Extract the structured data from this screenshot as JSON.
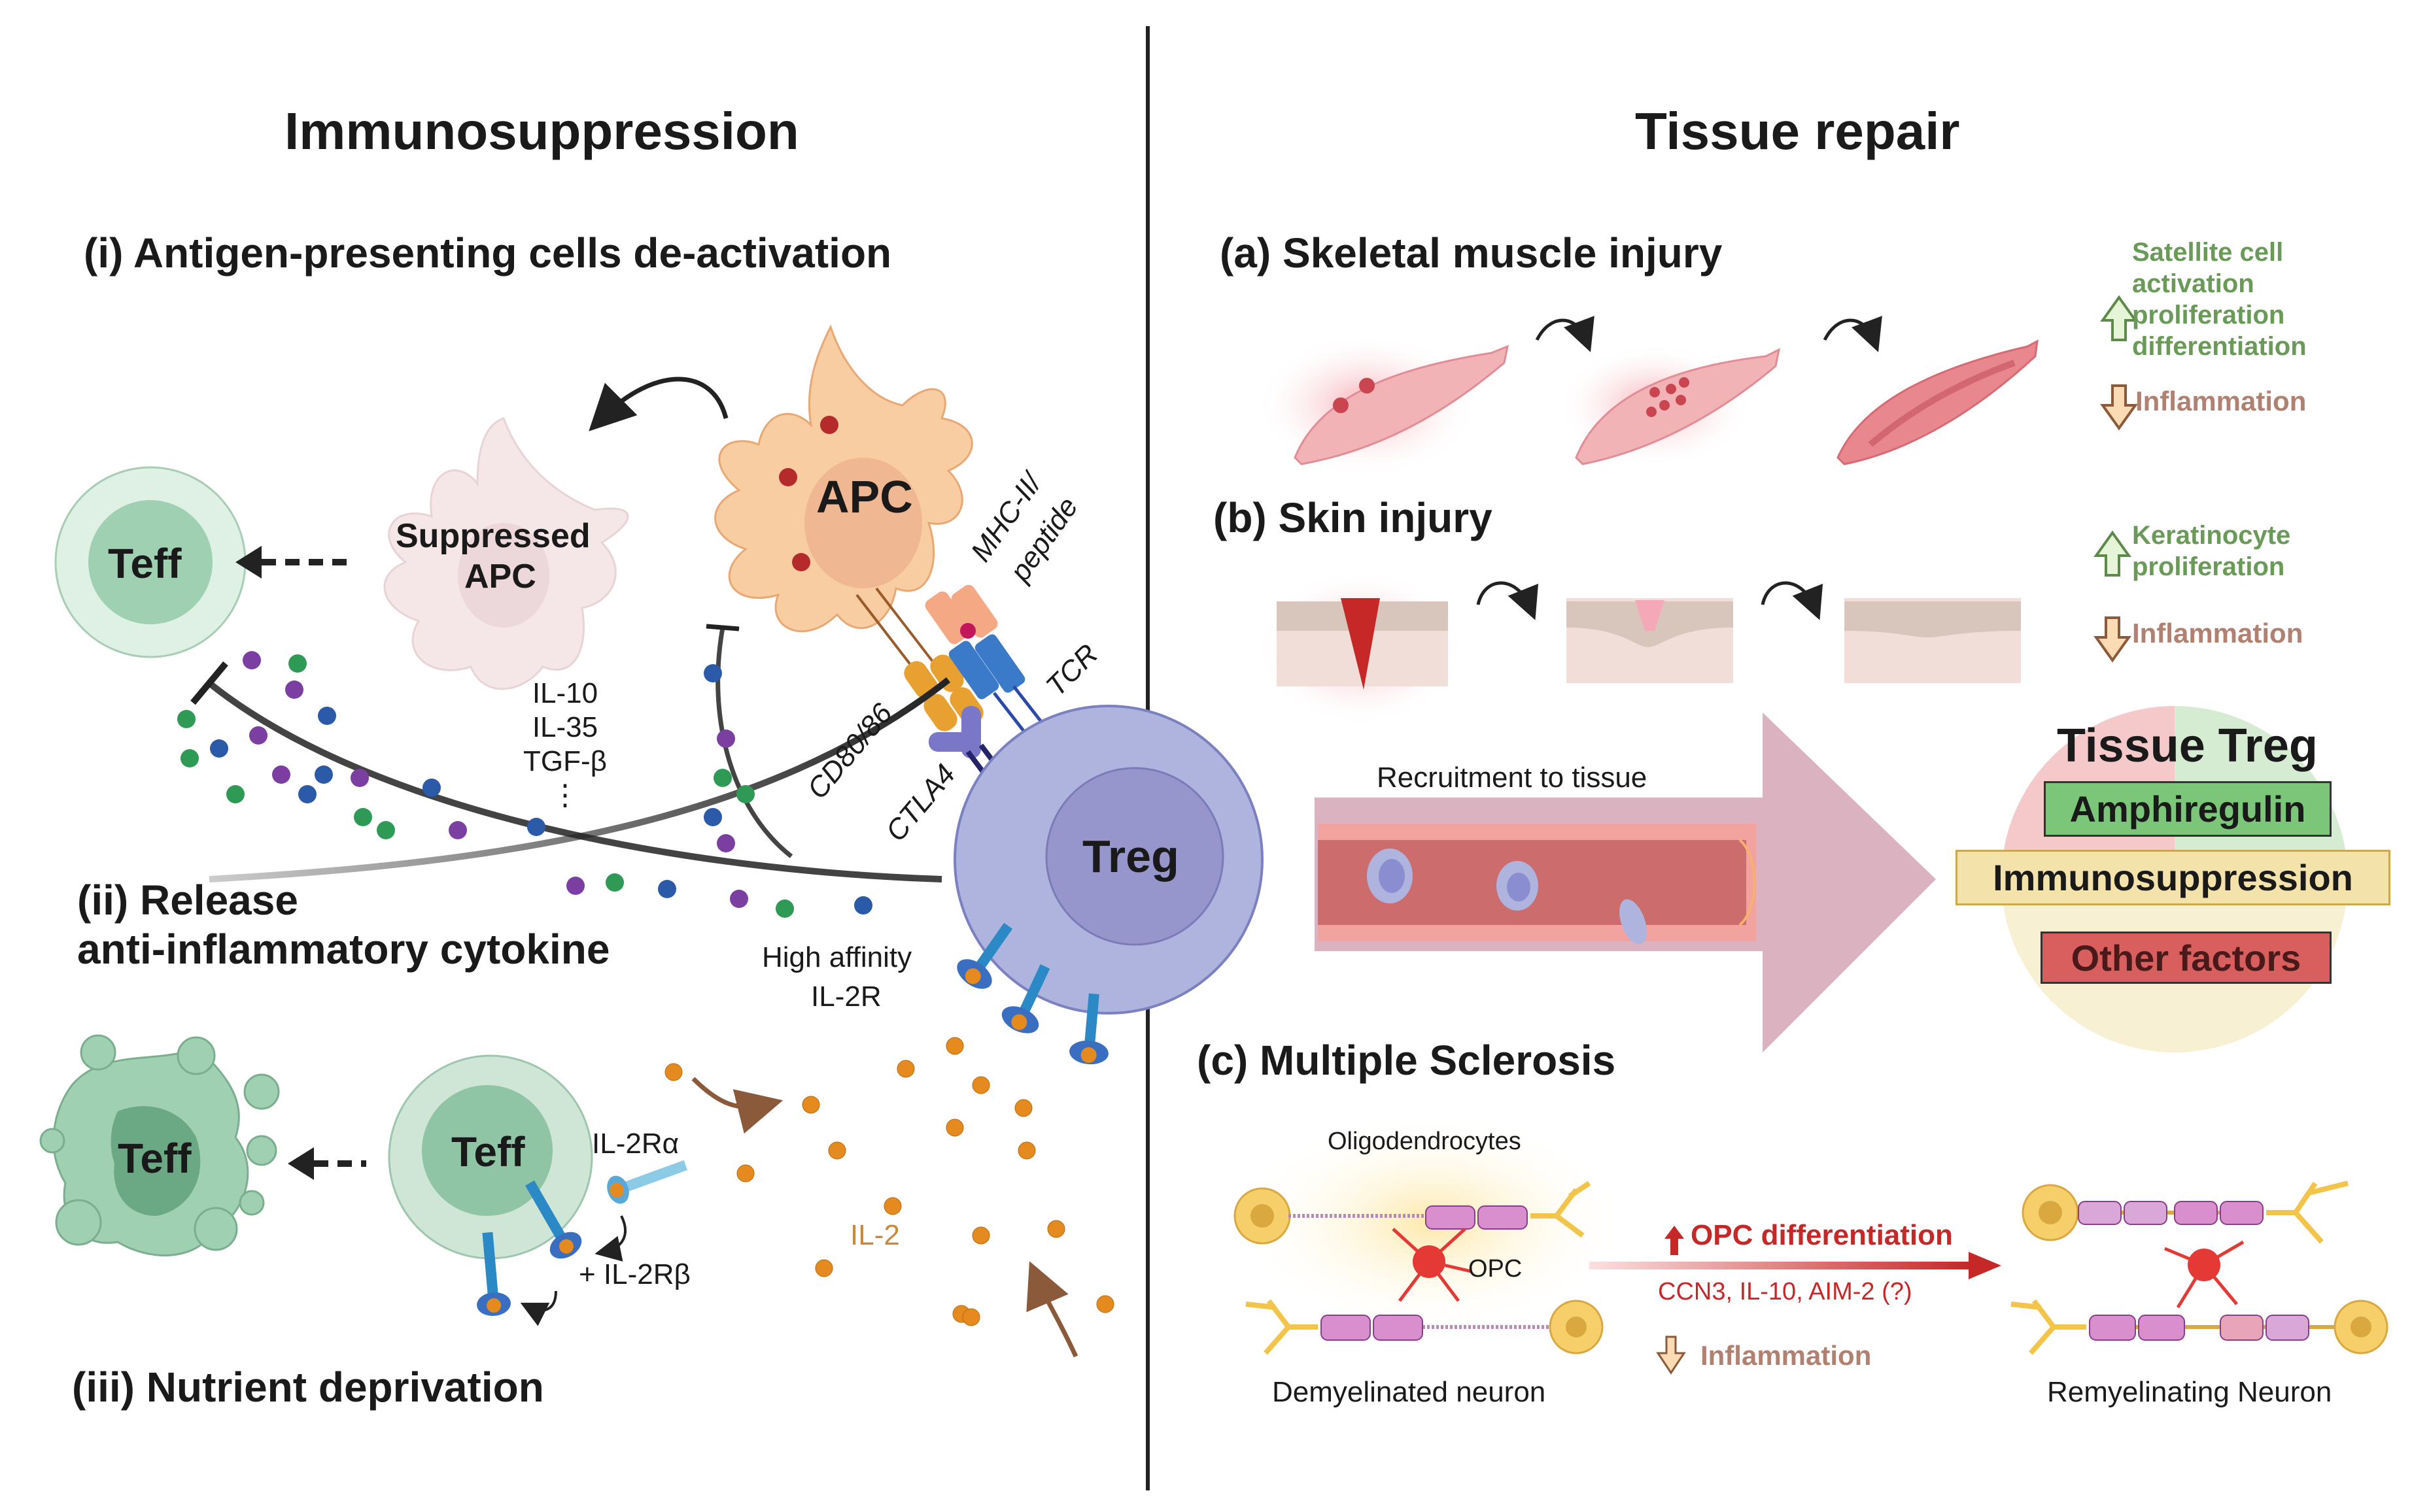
{
  "left": {
    "title": "Immunosuppression",
    "section_i": "(i) Antigen-presenting cells de-activation",
    "section_ii_line1": "(ii) Release",
    "section_ii_line2": "anti-inflammatory cytokine",
    "section_iii": "(iii) Nutrient deprivation",
    "cells": {
      "teff_top": "Teff",
      "suppressed_apc_line1": "Suppressed",
      "suppressed_apc_line2": "APC",
      "apc": "APC",
      "treg": "Treg",
      "teff_dying": "Teff",
      "teff_mid": "Teff"
    },
    "labels": {
      "cytokines": [
        "IL-10",
        "IL-35",
        "TGF-β",
        "⋮"
      ],
      "mhc_line1": "MHC-II/",
      "mhc_line2": "peptide",
      "tcr": "TCR",
      "cd80": "CD80/86",
      "ctla4": "CTLA4",
      "high_affinity_line1": "High affinity",
      "high_affinity_line2": "IL-2R",
      "il2ra": "IL-2Rα",
      "il2rb": "+ IL-2Rβ",
      "il2": "IL-2"
    }
  },
  "right": {
    "title": "Tissue repair",
    "section_a": "(a) Skeletal muscle injury",
    "section_b": "(b) Skin injury",
    "section_c": "(c) Multiple Sclerosis",
    "muscle_up": [
      "Satellite cell",
      "activation",
      "proliferation",
      "differentiation"
    ],
    "muscle_down": "Inflammation",
    "skin_up": [
      "Keratinocyte",
      "proliferation"
    ],
    "skin_down": "Inflammation",
    "recruitment": "Recruitment to tissue",
    "tissue_treg": {
      "title": "Tissue Treg",
      "items": [
        "Amphiregulin",
        "Immunosuppression",
        "Other factors"
      ]
    },
    "ms": {
      "oligodendrocytes": "Oligodendrocytes",
      "opc": "OPC",
      "demyelinated": "Demyelinated neuron",
      "remyelinating": "Remyelinating Neuron",
      "opc_diff": "OPC differentiation",
      "factors": "CCN3, IL-10, AIM-2 (?)",
      "inflammation": "Inflammation"
    }
  },
  "colors": {
    "green_text": "#6a9a58",
    "brown_text": "#b08070",
    "treg_outer": "#aeb4de",
    "treg_inner": "#9696cc",
    "teff_outer": "#cfe6d6",
    "teff_inner": "#8fc4a4",
    "apc": "#f8c89c",
    "amphiregulin": "#7cc67a",
    "immunosuppression": "#f3e2aa",
    "other_factors": "#d95f5f",
    "ms_red": "#c62828"
  }
}
